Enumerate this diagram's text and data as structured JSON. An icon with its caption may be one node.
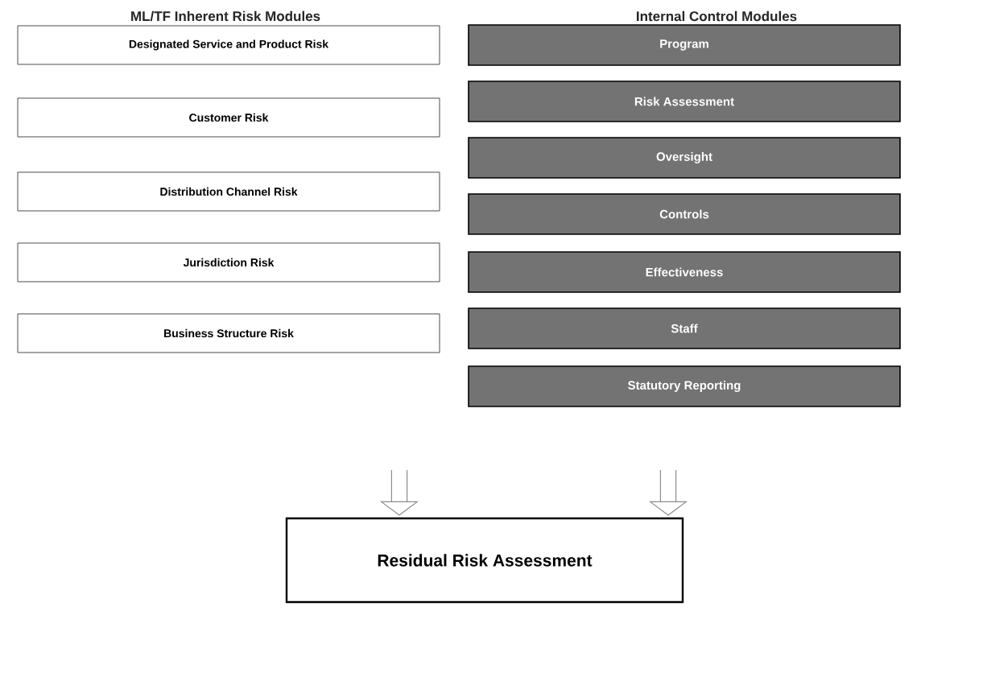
{
  "diagram": {
    "nodes": [
      {
        "text": [
          "Designated Service and Product Risk"
        ]
      },
      {
        "text": [
          "Customer Risk"
        ]
      },
      {
        "text": [
          "Distribution Channel Risk"
        ]
      },
      {
        "text": [
          "Jurisdiction Risk"
        ]
      },
      {
        "text": [
          "Business Structure Risk"
        ]
      },
      {
        "text": [
          "Program"
        ]
      },
      {
        "text": [
          "Risk Assessment"
        ]
      },
      {
        "text": [
          "Oversight"
        ]
      },
      {
        "text": [
          "Controls"
        ]
      },
      {
        "text": [
          "Effectiveness"
        ]
      },
      {
        "text": [
          "Staff"
        ]
      },
      {
        "text": [
          "Statutory Reporting"
        ]
      },
      {
        "text": [
          "Residual Risk Assessment"
        ]
      }
    ],
    "edges": [
      {
        "from": null,
        "to": 12,
        "arrow": "to"
      },
      {
        "from": null,
        "to": 12,
        "arrow": "to"
      }
    ],
    "labels": [
      "ML/TF Inherent Risk Modules",
      "Internal Control Modules"
    ]
  }
}
